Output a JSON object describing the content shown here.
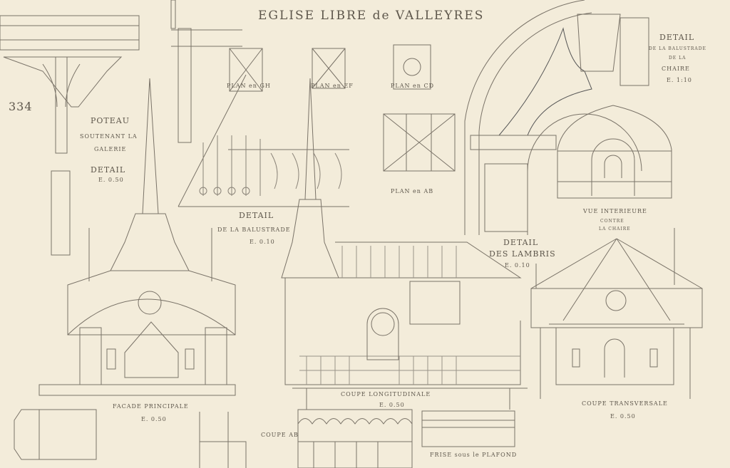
{
  "title": "EGLISE LIBRE de VALLEYRES",
  "plate_number": "334",
  "poteau": {
    "l1": "POTEAU",
    "l2": "SOUTENANT LA",
    "l3": "GALERIE",
    "l4": "DETAIL",
    "l5": "E. 0.50"
  },
  "plans": {
    "gh": "PLAN en GH",
    "ef": "PLAN en EF",
    "cd": "PLAN en CD",
    "ab": "PLAN en AB"
  },
  "balustrade": {
    "l1": "DETAIL",
    "l2": "DE LA BALUSTRADE",
    "l3": "E. 0.10"
  },
  "lambris": {
    "l1": "DETAIL",
    "l2": "DES LAMBRIS",
    "l3": "E. 0.10"
  },
  "chaire": {
    "l1": "DETAIL",
    "l2": "DE LA BALUSTRADE",
    "l3": "DE LA",
    "l4": "CHAIRE",
    "l5": "E. 1:10"
  },
  "vue": {
    "l1": "VUE INTERIEURE",
    "l2": "CONTRE",
    "l3": "LA CHAIRE"
  },
  "facade": {
    "l1": "FACADE PRINCIPALE",
    "l2": "E. 0.50"
  },
  "coupe_long": {
    "l1": "COUPE LONGITUDINALE",
    "l2": "E. 0.50"
  },
  "coupe_trans": {
    "l1": "COUPE TRANSVERSALE",
    "l2": "E. 0.50"
  },
  "coupe_ab": "COUPE AB",
  "frise": "FRISE sous le PLAFOND",
  "colors": {
    "paper": "#f3ecda",
    "ink": "#6b645a"
  }
}
